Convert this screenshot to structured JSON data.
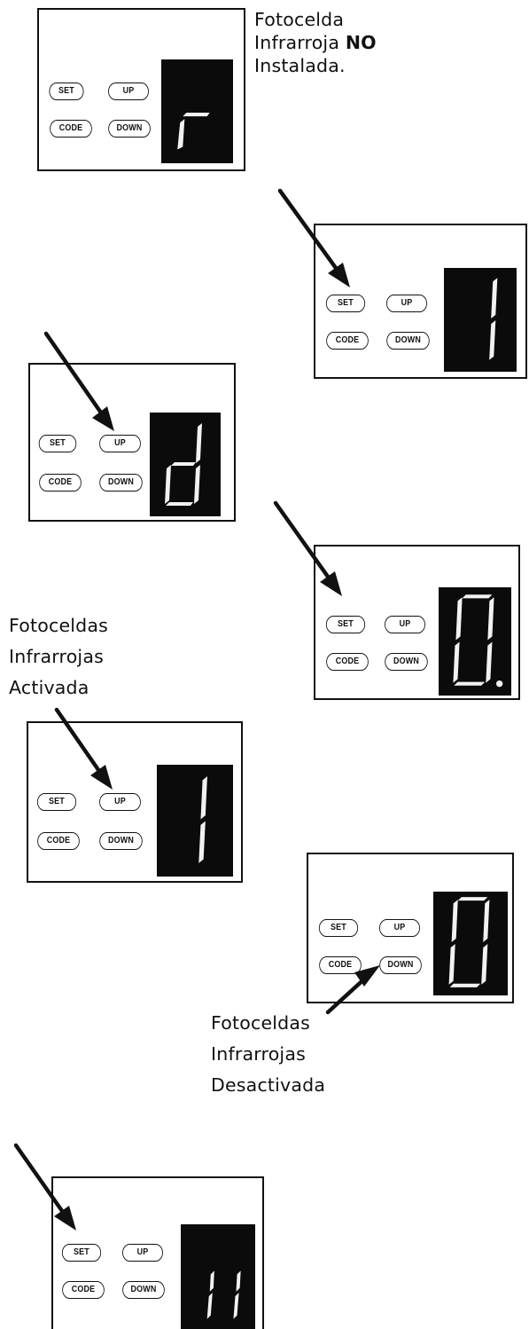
{
  "buttons": {
    "set": "SET",
    "up": "UP",
    "code": "CODE",
    "down": "DOWN"
  },
  "captions": {
    "not_installed": {
      "line1": "Fotocelda",
      "line2_prefix": "Infrarroja ",
      "line2_bold": "NO",
      "line3": "Instalada."
    },
    "activated": {
      "line1": "Fotoceldas",
      "line2": "Infrarrojas",
      "line3": "Activada"
    },
    "deactivated": {
      "line1": "Fotoceldas",
      "line2": "Infrarrojas",
      "line3": "Desactivada"
    }
  },
  "steps": [
    {
      "display": "r",
      "arrow_to": null
    },
    {
      "display": "1",
      "arrow_to": "SET"
    },
    {
      "display": "d",
      "arrow_to": "UP"
    },
    {
      "display": "0.",
      "arrow_to": "SET"
    },
    {
      "display": "1",
      "arrow_to": "UP"
    },
    {
      "display": "0",
      "arrow_to": "DOWN"
    },
    {
      "display": "11",
      "arrow_to": "SET"
    }
  ]
}
